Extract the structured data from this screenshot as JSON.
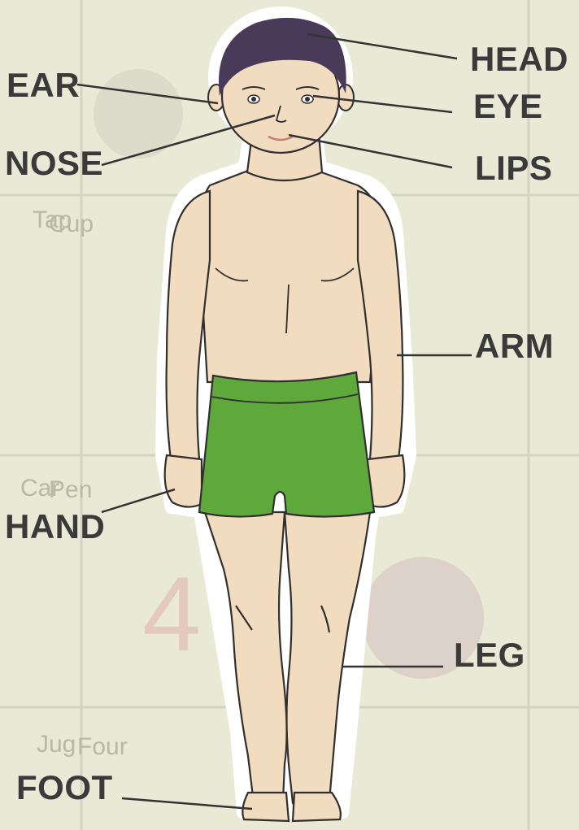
{
  "labels": {
    "head": "HEAD",
    "ear": "EAR",
    "eye": "EYE",
    "nose": "NOSE",
    "lips": "LIPS",
    "arm": "ARM",
    "hand": "HAND",
    "leg": "LEG",
    "foot": "FOOT"
  },
  "background_words": {
    "w1": "Tap",
    "w2": "Cup",
    "w3": "Pen",
    "w4": "Four",
    "w5": "Jug",
    "w6": "Car",
    "w7": "4"
  },
  "colors": {
    "background": "#e9ead6",
    "skin": "#f2dcc0",
    "shorts": "#5fa83c",
    "hair": "#4a3a5a",
    "label_text": "#3a3a3a"
  }
}
